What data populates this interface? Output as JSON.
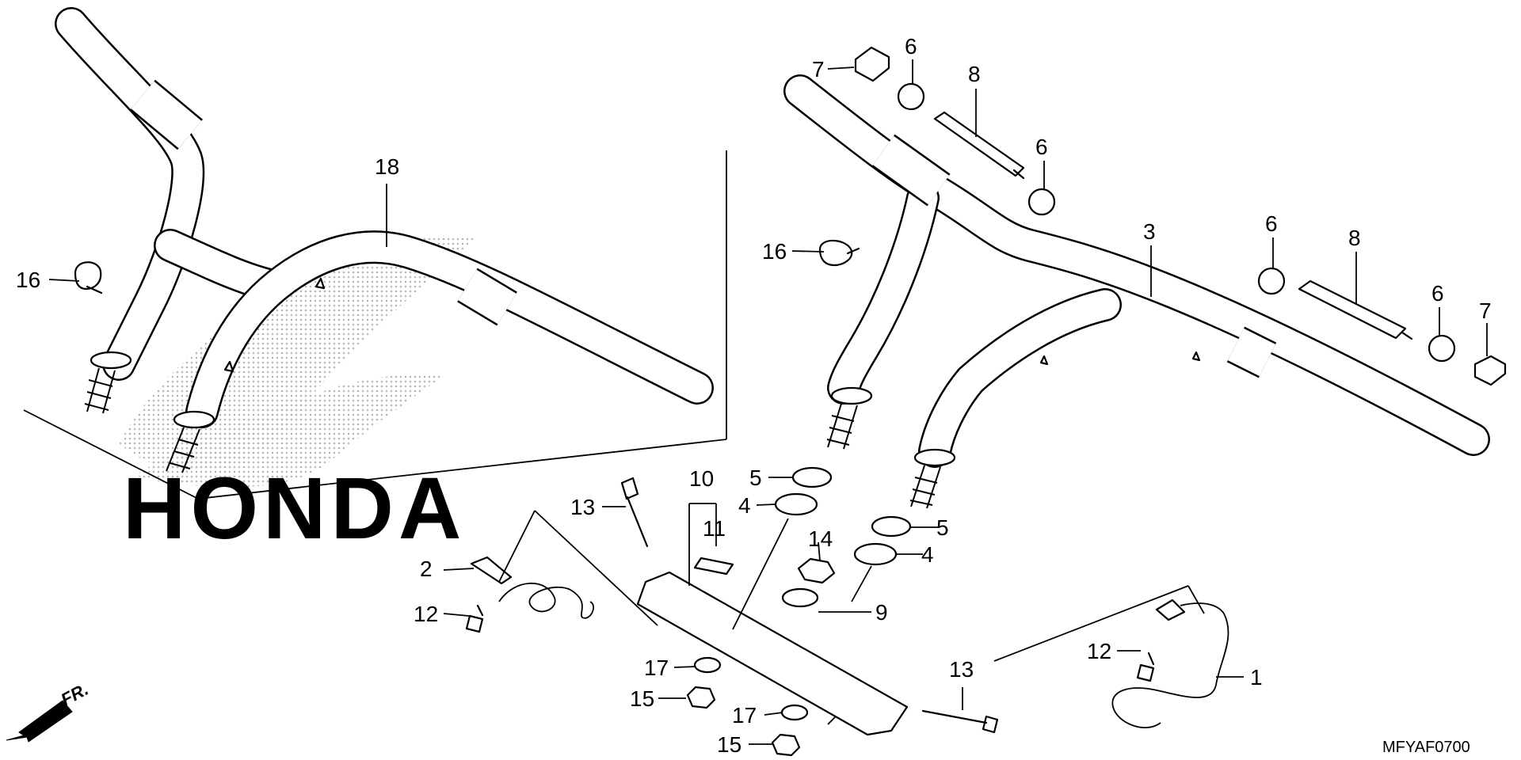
{
  "diagram_code": "MFYAF0700",
  "direction_label": "FR.",
  "watermark_text": "HONDA",
  "colors": {
    "line": "#000000",
    "background": "#ffffff",
    "watermark_dots": "#b8b8b8"
  },
  "callouts": [
    {
      "key": "c18",
      "label": "18"
    },
    {
      "key": "c16a",
      "label": "16"
    },
    {
      "key": "c16b",
      "label": "16"
    },
    {
      "key": "c7a",
      "label": "7"
    },
    {
      "key": "c6a",
      "label": "6"
    },
    {
      "key": "c8a",
      "label": "8"
    },
    {
      "key": "c6b",
      "label": "6"
    },
    {
      "key": "c3",
      "label": "3"
    },
    {
      "key": "c6c",
      "label": "6"
    },
    {
      "key": "c8b",
      "label": "8"
    },
    {
      "key": "c6d",
      "label": "6"
    },
    {
      "key": "c7b",
      "label": "7"
    },
    {
      "key": "c5a",
      "label": "5"
    },
    {
      "key": "c4a",
      "label": "4"
    },
    {
      "key": "c10",
      "label": "10"
    },
    {
      "key": "c11",
      "label": "11"
    },
    {
      "key": "c13a",
      "label": "13"
    },
    {
      "key": "c14",
      "label": "14"
    },
    {
      "key": "c5b",
      "label": "5"
    },
    {
      "key": "c4b",
      "label": "4"
    },
    {
      "key": "c9",
      "label": "9"
    },
    {
      "key": "c2",
      "label": "2"
    },
    {
      "key": "c12a",
      "label": "12"
    },
    {
      "key": "c17a",
      "label": "17"
    },
    {
      "key": "c15a",
      "label": "15"
    },
    {
      "key": "c17b",
      "label": "17"
    },
    {
      "key": "c15b",
      "label": "15"
    },
    {
      "key": "c13b",
      "label": "13"
    },
    {
      "key": "c12b",
      "label": "12"
    },
    {
      "key": "c1",
      "label": "1"
    }
  ]
}
